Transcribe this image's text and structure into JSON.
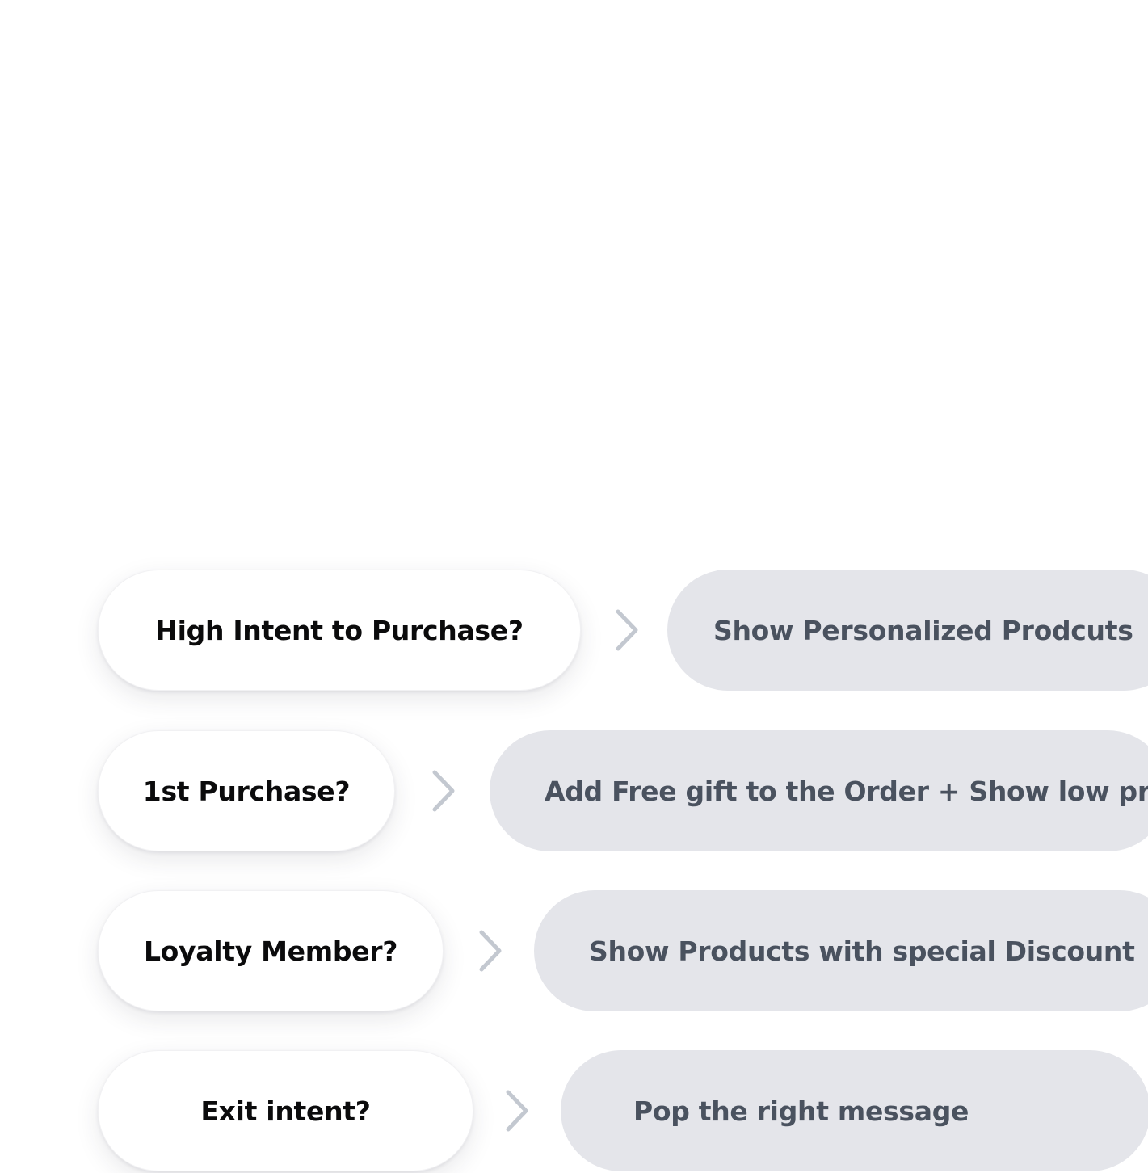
{
  "rules": [
    {
      "condition": "High Intent to Purchase?",
      "action": "Show Personalized Prodcuts",
      "arrow_icon": "chevron-right-icon"
    },
    {
      "condition": "1st Purchase?",
      "action": "Add Free gift to the Order + Show low price",
      "arrow_icon": "chevron-right-icon"
    },
    {
      "condition": "Loyalty Member?",
      "action": "Show Products with special Discount",
      "arrow_icon": "chevron-right-icon"
    },
    {
      "condition": "Exit intent?",
      "action": "Pop the right message",
      "arrow_icon": "chevron-right-icon"
    }
  ],
  "colors": {
    "background": "#ffffff",
    "condition_pill": "#ffffff",
    "condition_text": "#0b0b0c",
    "action_pill": "#e4e5ea",
    "action_text": "#4a525f",
    "arrow": "#c3c8d0"
  }
}
